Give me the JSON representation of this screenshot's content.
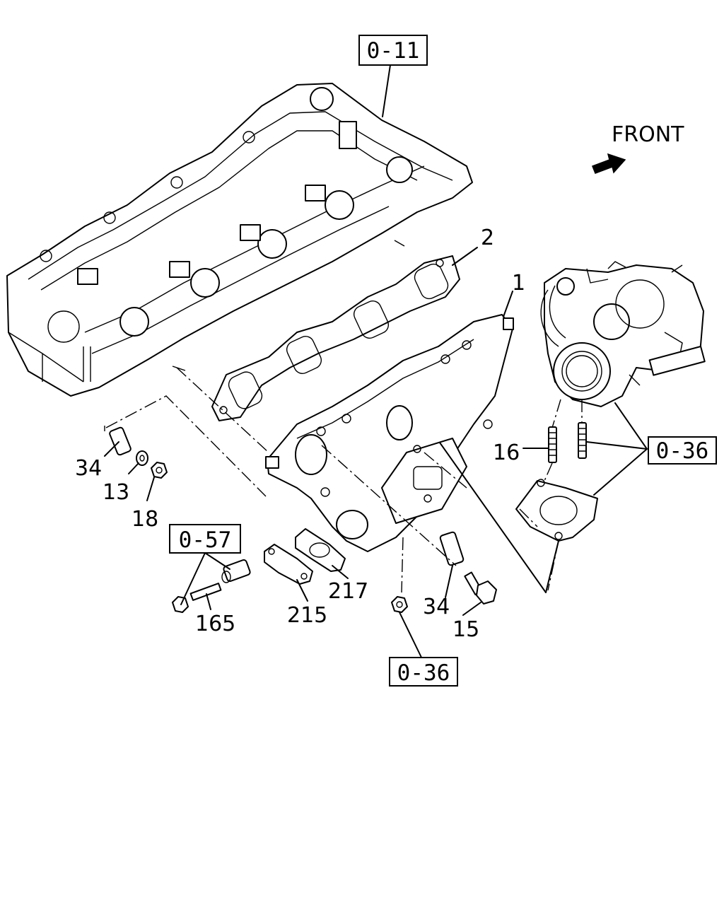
{
  "front_label": "FRONT",
  "refs": {
    "r011": "0-11",
    "r036a": "0-36",
    "r036b": "0-36",
    "r057": "0-57"
  },
  "callouts": {
    "c1": "1",
    "c2": "2",
    "c13": "13",
    "c15": "15",
    "c16": "16",
    "c18": "18",
    "c34a": "34",
    "c34b": "34",
    "c165": "165",
    "c215": "215",
    "c217": "217"
  },
  "icons": {
    "front_arrow": "arrow-right-icon"
  }
}
